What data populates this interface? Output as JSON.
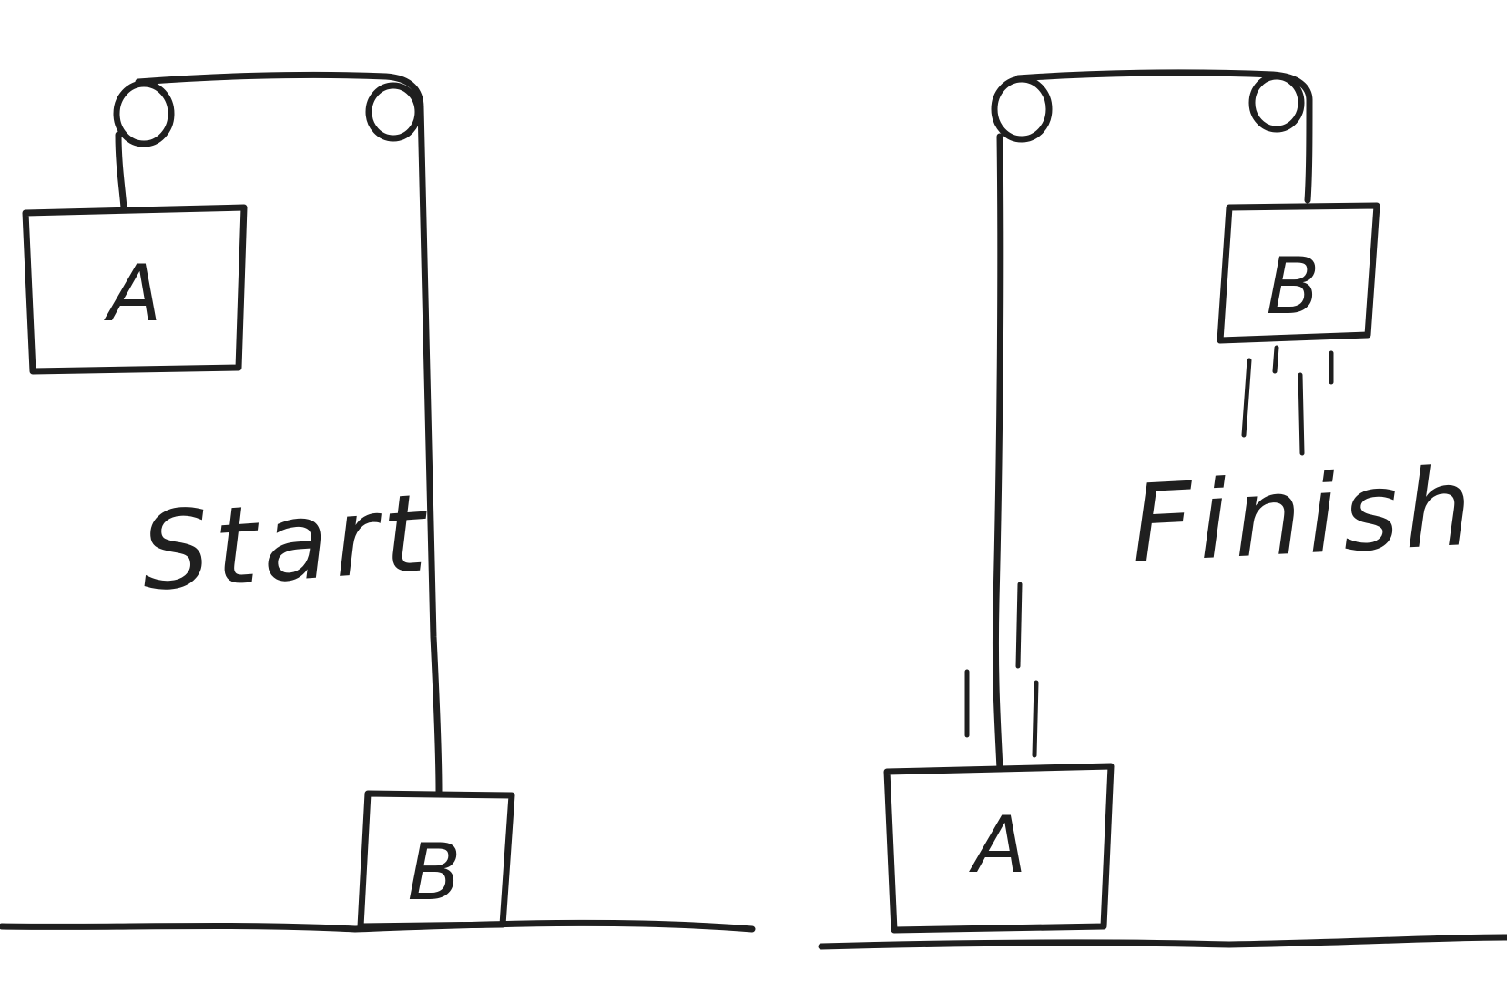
{
  "diagram": {
    "ink_color": "#1f1f1f",
    "background": "#ffffff",
    "panels": [
      {
        "caption": "Start",
        "block_labels": {
          "upper": "A",
          "lower": "B"
        }
      },
      {
        "caption": "Finish",
        "block_labels": {
          "upper": "B",
          "lower": "A"
        }
      }
    ]
  }
}
